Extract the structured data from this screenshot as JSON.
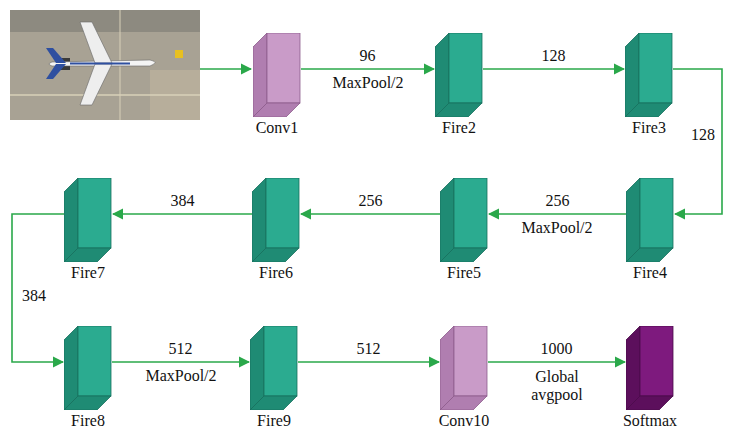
{
  "diagram": {
    "nodes": [
      {
        "text": [
          "Conv1"
        ]
      },
      {
        "text": [
          "Fire2"
        ]
      },
      {
        "text": [
          "Fire3"
        ]
      },
      {
        "text": [
          "Fire4"
        ]
      },
      {
        "text": [
          "Fire5"
        ]
      },
      {
        "text": [
          "Fire6"
        ]
      },
      {
        "text": [
          "Fire7"
        ]
      },
      {
        "text": [
          "Fire8"
        ]
      },
      {
        "text": [
          "Fire9"
        ]
      },
      {
        "text": [
          "Conv10"
        ]
      },
      {
        "text": [
          "Softmax"
        ]
      }
    ],
    "edges": [
      {
        "from": 0,
        "to": 1,
        "arrow": "to",
        "label": "96"
      },
      {
        "from": 1,
        "to": 2,
        "arrow": "to",
        "label": "128"
      },
      {
        "from": 2,
        "to": 3,
        "arrow": "to",
        "label": "128"
      },
      {
        "from": 3,
        "to": 4,
        "arrow": "to",
        "label": "256"
      },
      {
        "from": 4,
        "to": 5,
        "arrow": "to",
        "label": "256"
      },
      {
        "from": 5,
        "to": 6,
        "arrow": "to",
        "label": "384"
      },
      {
        "from": 6,
        "to": 7,
        "arrow": "to",
        "label": "384"
      },
      {
        "from": 7,
        "to": 8,
        "arrow": "to",
        "label": "512"
      },
      {
        "from": 8,
        "to": 9,
        "arrow": "to",
        "label": "512"
      },
      {
        "from": 9,
        "to": 10,
        "arrow": "to",
        "label": "1000"
      }
    ],
    "labels": [
      "MaxPool/2",
      "MaxPool/2",
      "MaxPool/2",
      "Global avgpool"
    ]
  }
}
